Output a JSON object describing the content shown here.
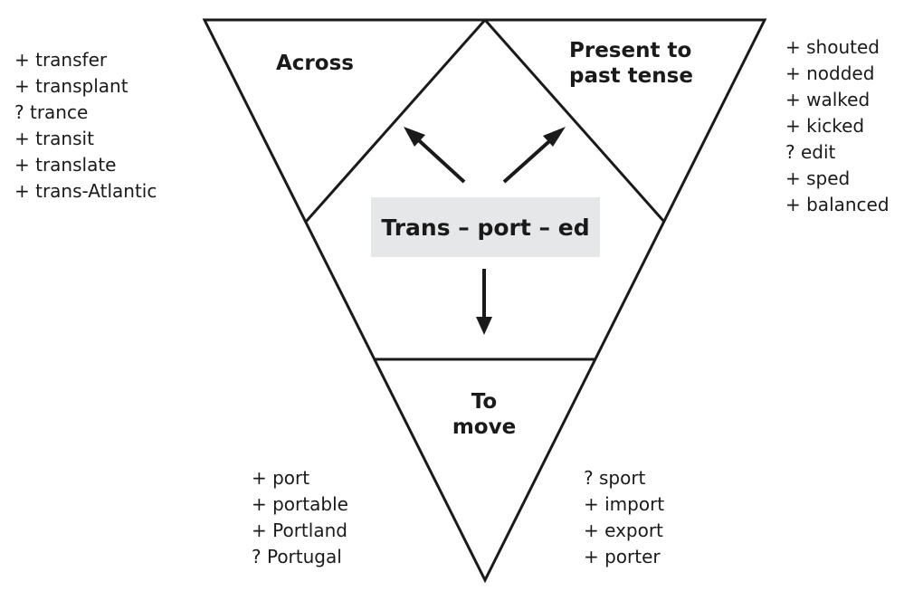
{
  "diagram": {
    "title": "Morphology of Trans-port-ed",
    "center_word": "Trans – port – ed",
    "center_box_color": "#e6e7e8",
    "line_color": "#1a1a1a",
    "sections": {
      "top_left": {
        "label": "Across"
      },
      "top_right": {
        "label_line1": "Present to",
        "label_line2": "past tense"
      },
      "bottom": {
        "label_line1": "To",
        "label_line2": "move"
      }
    },
    "word_lists": {
      "across": [
        "+ transfer",
        "+ transplant",
        "? trance",
        "+ transit",
        "+ translate",
        "+ trans-Atlantic"
      ],
      "past_tense": [
        "+ shouted",
        "+ nodded",
        "+ walked",
        "+ kicked",
        "? edit",
        "+ sped",
        "+ balanced"
      ],
      "to_move_left": [
        "+ port",
        "+ portable",
        "+ Portland",
        "? Portugal"
      ],
      "to_move_right": [
        "? sport",
        "+ import",
        "+ export",
        "+ porter"
      ]
    },
    "arrows": [
      "arrow-to-across",
      "arrow-to-past-tense",
      "arrow-to-move"
    ]
  }
}
